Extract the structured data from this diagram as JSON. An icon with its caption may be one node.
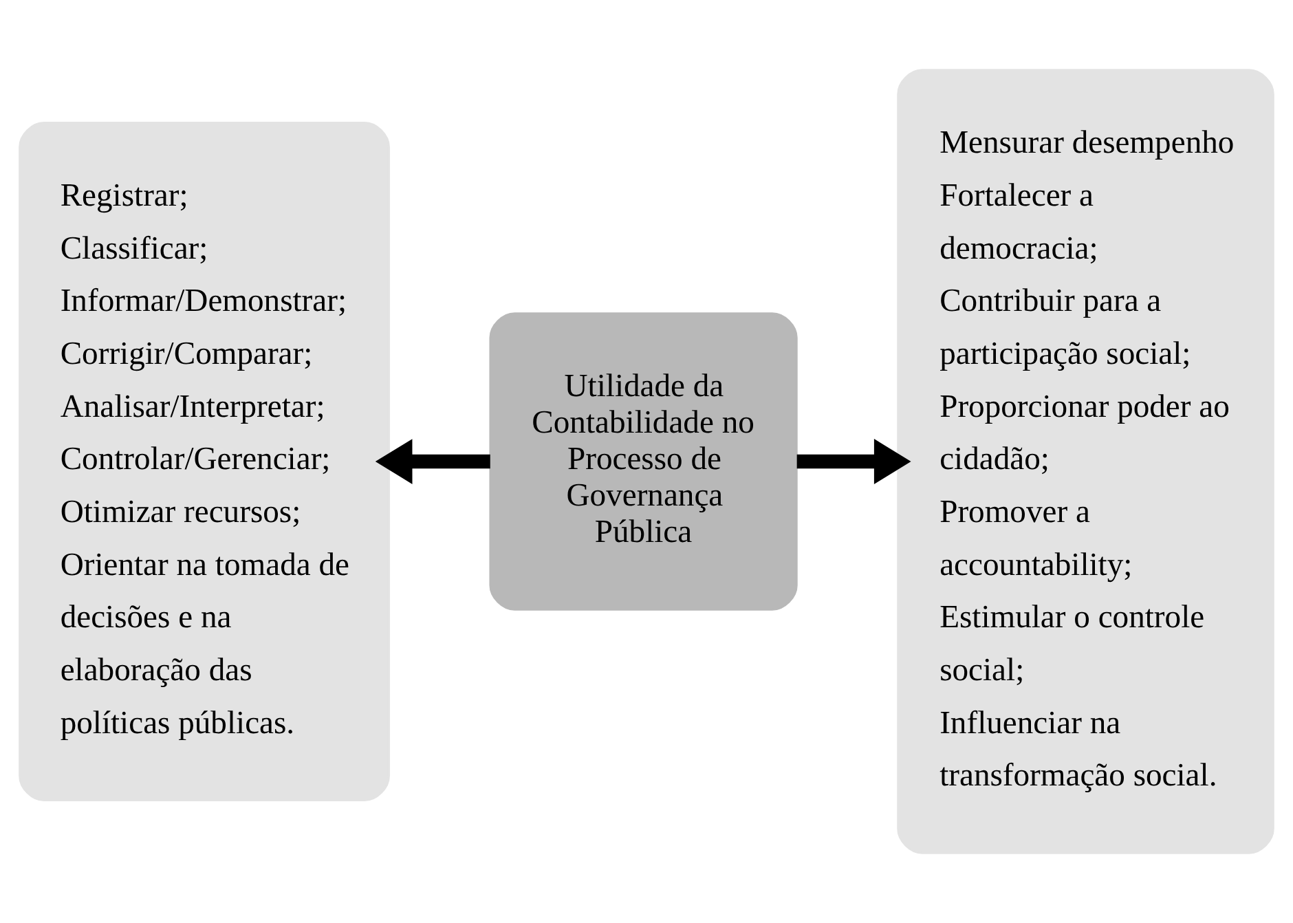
{
  "diagram": {
    "nodes": [
      {
        "text": [
          "Registrar;",
          "Classificar;",
          "Informar/Demonstrar;",
          "Corrigir/Comparar;",
          "Analisar/Interpretar;",
          "Controlar/Gerenciar;",
          "Otimizar recursos;",
          "Orientar na tomada de decisões e na elaboração das políticas públicas."
        ]
      },
      {
        "text": [
          "Utilidade da Contabilidade no Processo de Governança Pública"
        ]
      },
      {
        "text": [
          "Mensurar desempenho",
          "Fortalecer a democracia;",
          "Contribuir para a participação social;",
          "Proporcionar poder ao cidadão;",
          "Promover a accountability;",
          "Estimular o controle social;",
          "Influenciar na transformação social."
        ]
      }
    ],
    "edges": [
      {
        "from": 1,
        "to": 0,
        "arrow": "to"
      },
      {
        "from": 1,
        "to": 2,
        "arrow": "to"
      }
    ]
  }
}
